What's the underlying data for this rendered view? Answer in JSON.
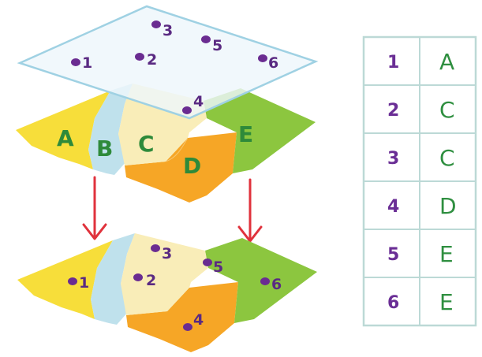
{
  "top_layer": {
    "points": [
      {
        "id": "1",
        "label": "1"
      },
      {
        "id": "2",
        "label": "2"
      },
      {
        "id": "3",
        "label": "3"
      },
      {
        "id": "5",
        "label": "5"
      },
      {
        "id": "6",
        "label": "6"
      }
    ]
  },
  "middle_layer": {
    "zones": [
      {
        "id": "A",
        "label": "A",
        "color": "#f7de3a"
      },
      {
        "id": "B",
        "label": "B",
        "color": "#bfe1ec"
      },
      {
        "id": "C",
        "label": "C",
        "color": "#f9edb8"
      },
      {
        "id": "D",
        "label": "D",
        "color": "#f6a626"
      },
      {
        "id": "E",
        "label": "E",
        "color": "#8cc63f"
      }
    ],
    "point_4_label": "4"
  },
  "bottom_layer": {
    "points": [
      {
        "id": "1",
        "label": "1"
      },
      {
        "id": "2",
        "label": "2"
      },
      {
        "id": "3",
        "label": "3"
      },
      {
        "id": "4",
        "label": "4"
      },
      {
        "id": "5",
        "label": "5"
      },
      {
        "id": "6",
        "label": "6"
      }
    ]
  },
  "table": {
    "rows": [
      {
        "point": "1",
        "zone": "A"
      },
      {
        "point": "2",
        "zone": "C"
      },
      {
        "point": "3",
        "zone": "C"
      },
      {
        "point": "4",
        "zone": "D"
      },
      {
        "point": "5",
        "zone": "E"
      },
      {
        "point": "6",
        "zone": "E"
      }
    ]
  },
  "colors": {
    "point": "#6a2c91",
    "arrow": "#e0323c",
    "table_border": "#bcd9d6",
    "top_layer_fill": "#eef7fb",
    "top_layer_stroke": "#9fd1e3"
  }
}
